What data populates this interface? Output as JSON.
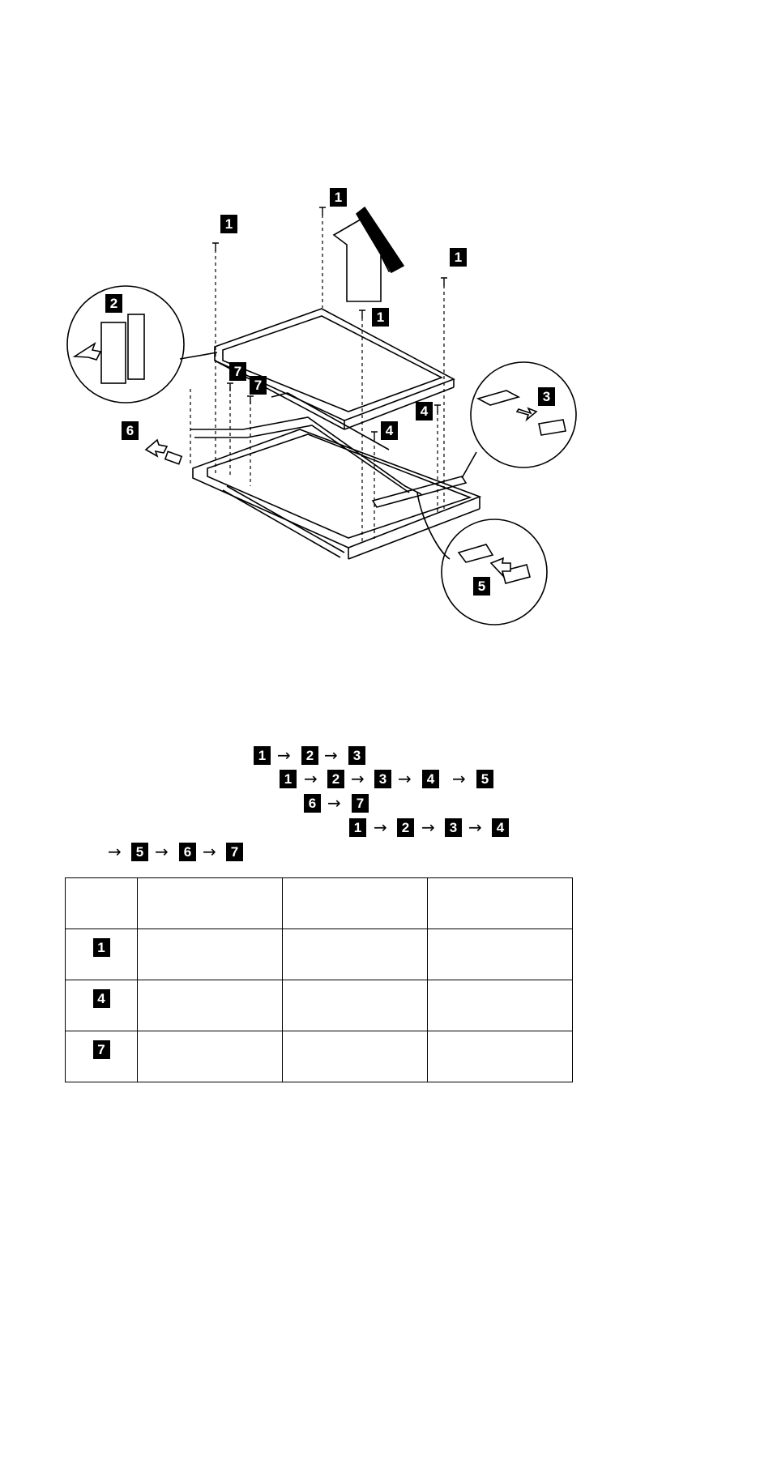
{
  "diagram": {
    "callouts": [
      "1",
      "1",
      "1",
      "1",
      "2",
      "3",
      "4",
      "4",
      "5",
      "6",
      "7",
      "7"
    ]
  },
  "sequence": {
    "line1": [
      "1",
      "2",
      "3"
    ],
    "line2": [
      "1",
      "2",
      "3",
      "4",
      "5"
    ],
    "line3": [
      "6",
      "7"
    ],
    "line4": [
      "1",
      "2",
      "3",
      "4"
    ],
    "line5": [
      "5",
      "6",
      "7"
    ],
    "arrow_glyph": "→"
  },
  "table": {
    "header": [
      "",
      "",
      "",
      ""
    ],
    "rows": [
      {
        "step": "1",
        "cells": [
          "",
          "",
          ""
        ]
      },
      {
        "step": "4",
        "cells": [
          "",
          "",
          ""
        ]
      },
      {
        "step": "7",
        "cells": [
          "",
          "",
          ""
        ]
      }
    ]
  }
}
